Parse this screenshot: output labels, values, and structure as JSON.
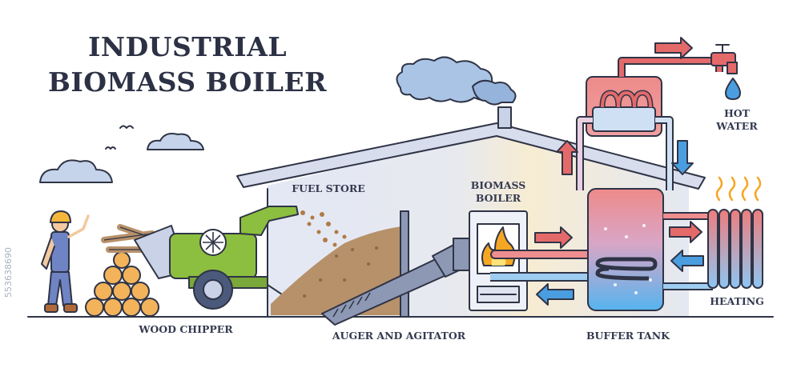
{
  "title": {
    "line1": "INDUSTRIAL",
    "line2": "BIOMASS BOILER"
  },
  "labels": {
    "wood_chipper": "WOOD CHIPPER",
    "fuel_store": "FUEL STORE",
    "auger": "AUGER AND AGITATOR",
    "boiler_line1": "BIOMASS",
    "boiler_line2": "BOILER",
    "buffer_tank": "BUFFER TANK",
    "hot_line1": "HOT",
    "hot_line2": "WATER",
    "heating": "HEATING"
  },
  "watermark": {
    "stock_id": "553638690"
  },
  "colors": {
    "outline": "#2f3446",
    "hot": "#e46a6a",
    "cold": "#4a9ee0",
    "flame": "#f5a623",
    "chipper_green": "#8cbf3f",
    "wood": "#f2b35b",
    "sky_cloud": "#c5d4ea"
  }
}
